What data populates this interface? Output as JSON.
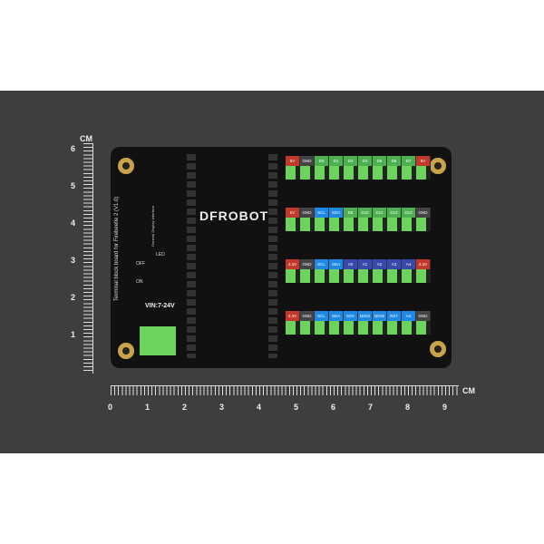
{
  "ruler": {
    "unit": "CM",
    "vertical_ticks": [
      "1",
      "2",
      "3",
      "4",
      "5",
      "6"
    ],
    "horizontal_ticks": [
      "0",
      "1",
      "2",
      "3",
      "4",
      "5",
      "6",
      "7",
      "8",
      "9"
    ]
  },
  "board": {
    "brand": "DFROBOT",
    "title": "Terminal block board for Firebeetle 2 (V1.0)",
    "interface": "General Display Interface",
    "vin": "VIN:7-24V",
    "led": "LED",
    "off": "OFF",
    "on": "ON",
    "rows": [
      [
        "5V",
        "GND",
        "D0",
        "D1",
        "D2",
        "D3",
        "D5",
        "D6",
        "D7",
        "5V"
      ],
      [
        "5V",
        "GND",
        "SCL",
        "SDA",
        "D9",
        "D10",
        "D11",
        "D12",
        "D13",
        "GND"
      ],
      [
        "3.3V",
        "GND",
        "SCL",
        "SDA",
        "A0",
        "A1",
        "A2",
        "A3",
        "A4",
        "3.3V"
      ],
      [
        "3.3V",
        "GND",
        "SCL",
        "SDA",
        "SCK",
        "MISO",
        "MOSI",
        "RST",
        "A4",
        "GND"
      ]
    ]
  },
  "colors": {
    "red": "#c0392b",
    "gnd": "#444444",
    "blue": "#1e88e5",
    "navy": "#3949ab",
    "green": "#4caf50"
  }
}
